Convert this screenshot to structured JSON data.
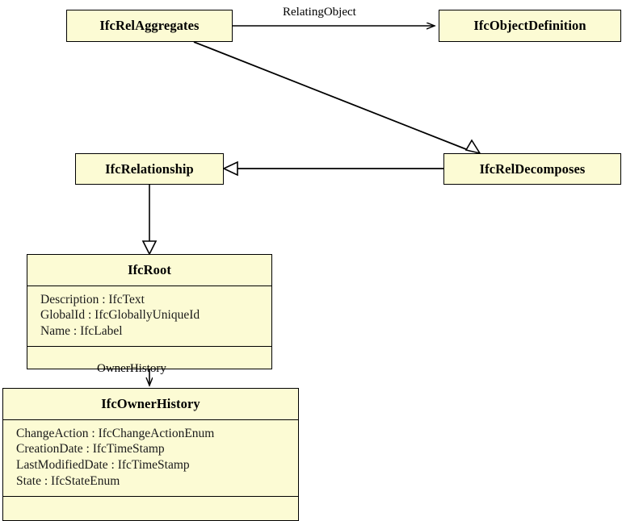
{
  "diagram": {
    "type": "uml-class-diagram",
    "background_color": "#ffffff",
    "class_fill_color": "#fcfbd4",
    "class_border_color": "#000000",
    "line_color": "#000000",
    "classes": [
      {
        "id": "IfcRelAggregates",
        "name": "IfcRelAggregates",
        "attributes": [],
        "has_empty_compartment": false
      },
      {
        "id": "IfcObjectDefinition",
        "name": "IfcObjectDefinition",
        "attributes": [],
        "has_empty_compartment": false
      },
      {
        "id": "IfcRelationship",
        "name": "IfcRelationship",
        "attributes": [],
        "has_empty_compartment": false
      },
      {
        "id": "IfcRelDecomposes",
        "name": "IfcRelDecomposes",
        "attributes": [],
        "has_empty_compartment": false
      },
      {
        "id": "IfcRoot",
        "name": "IfcRoot",
        "attributes": [
          "Description : IfcText",
          "GlobalId : IfcGloballyUniqueId",
          "Name : IfcLabel"
        ],
        "has_empty_compartment": true
      },
      {
        "id": "IfcOwnerHistory",
        "name": "IfcOwnerHistory",
        "attributes": [
          "ChangeAction : IfcChangeActionEnum",
          "CreationDate : IfcTimeStamp",
          "LastModifiedDate : IfcTimeStamp",
          "State : IfcStateEnum"
        ],
        "has_empty_compartment": true
      }
    ],
    "edges": [
      {
        "id": "rel-aggregates-to-object-definition",
        "from": "IfcRelAggregates",
        "to": "IfcObjectDefinition",
        "label": "RelatingObject",
        "arrow": "open-arrow",
        "kind": "association"
      },
      {
        "id": "rel-aggregates-to-rel-decomposes",
        "from": "IfcRelAggregates",
        "to": "IfcRelDecomposes",
        "label": "",
        "arrow": "hollow-triangle",
        "kind": "generalization"
      },
      {
        "id": "rel-decomposes-to-relationship",
        "from": "IfcRelDecomposes",
        "to": "IfcRelationship",
        "label": "",
        "arrow": "hollow-triangle",
        "kind": "generalization"
      },
      {
        "id": "relationship-to-root",
        "from": "IfcRelationship",
        "to": "IfcRoot",
        "label": "",
        "arrow": "hollow-triangle",
        "kind": "generalization"
      },
      {
        "id": "root-to-owner-history",
        "from": "IfcRoot",
        "to": "IfcOwnerHistory",
        "label": "OwnerHistory",
        "arrow": "open-arrow",
        "kind": "association"
      }
    ]
  }
}
